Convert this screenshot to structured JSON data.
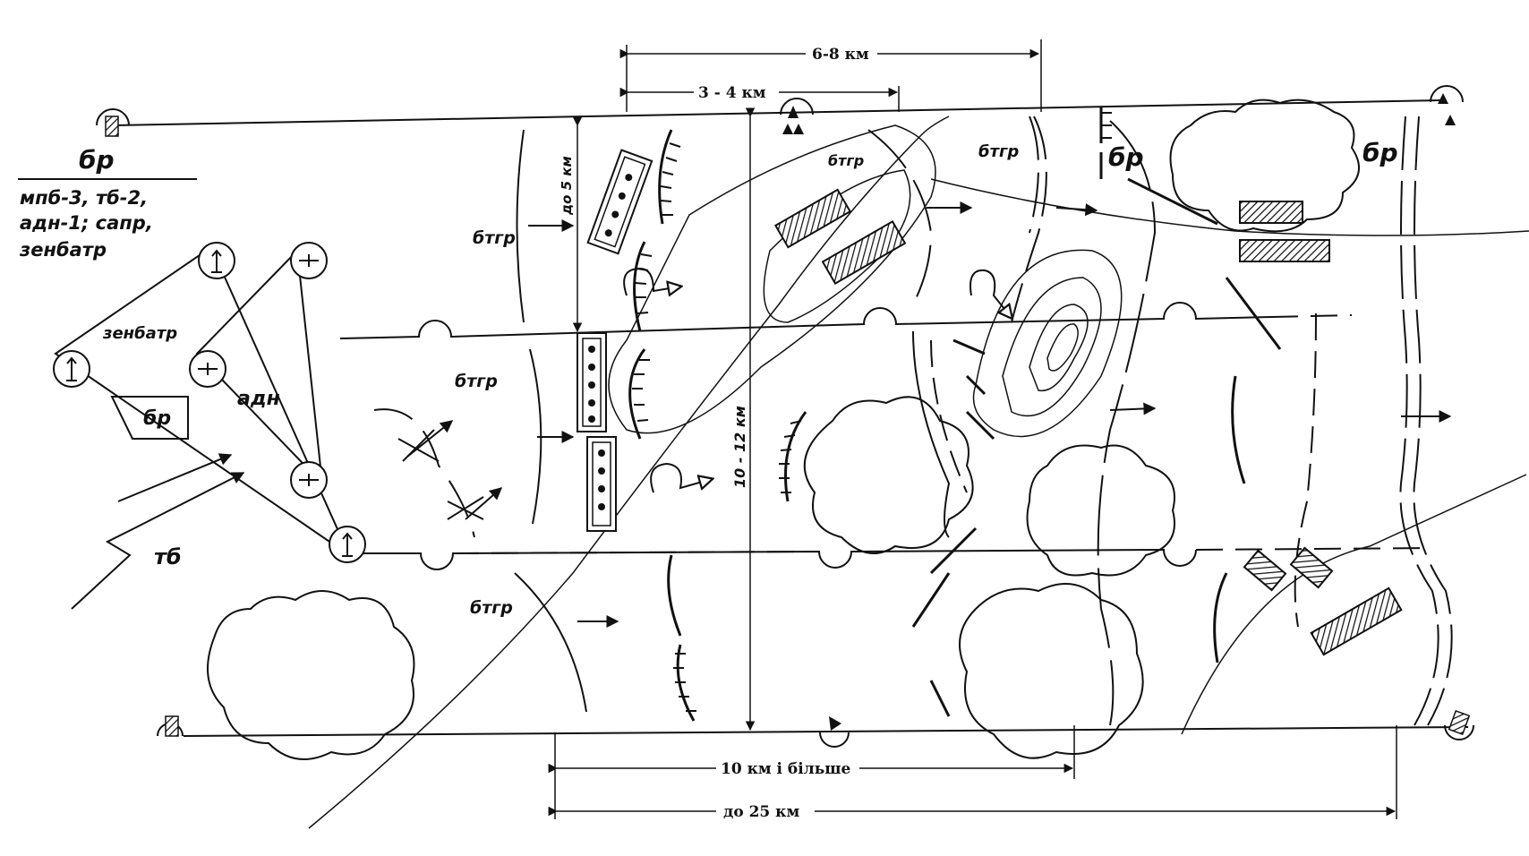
{
  "legend": {
    "title": "бр",
    "line1": "мпб-3, тб-2,",
    "line2": "адн-1; сапр,",
    "line3": "зенбатр"
  },
  "labels": {
    "zenbatr": "зенбатр",
    "adn": "адн",
    "br_small": "бр",
    "tb": "тб",
    "btgr": "бтгр",
    "br": "бр"
  },
  "dimensions": {
    "d1": "6-8 км",
    "d2": "3 - 4 км",
    "d3": "до 5 км",
    "d4": "10 - 12 км",
    "d5": "10 км і більше",
    "d6": "до 25 км"
  }
}
